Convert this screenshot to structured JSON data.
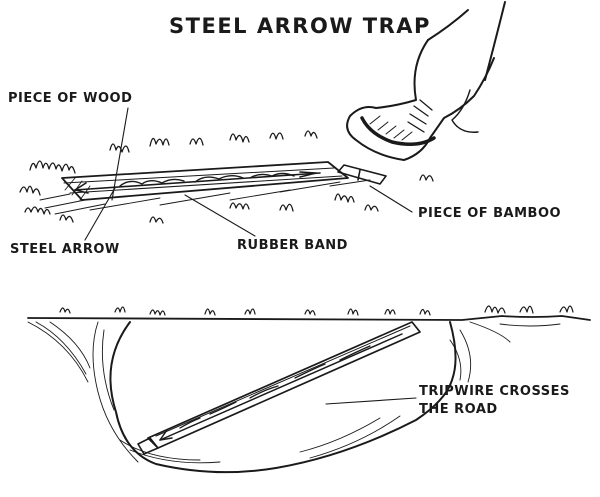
{
  "title": "STEEL ARROW TRAP",
  "labels": {
    "piece_of_wood": "PIECE OF WOOD",
    "steel_arrow": "STEEL ARROW",
    "rubber_band": "RUBBER BAND",
    "piece_of_bamboo": "PIECE OF BAMBOO",
    "tripwire_line1": "TRIPWIRE CROSSES",
    "tripwire_line2": "THE ROAD"
  },
  "colors": {
    "ink": "#1a1a1a",
    "paper": "#ffffff"
  }
}
